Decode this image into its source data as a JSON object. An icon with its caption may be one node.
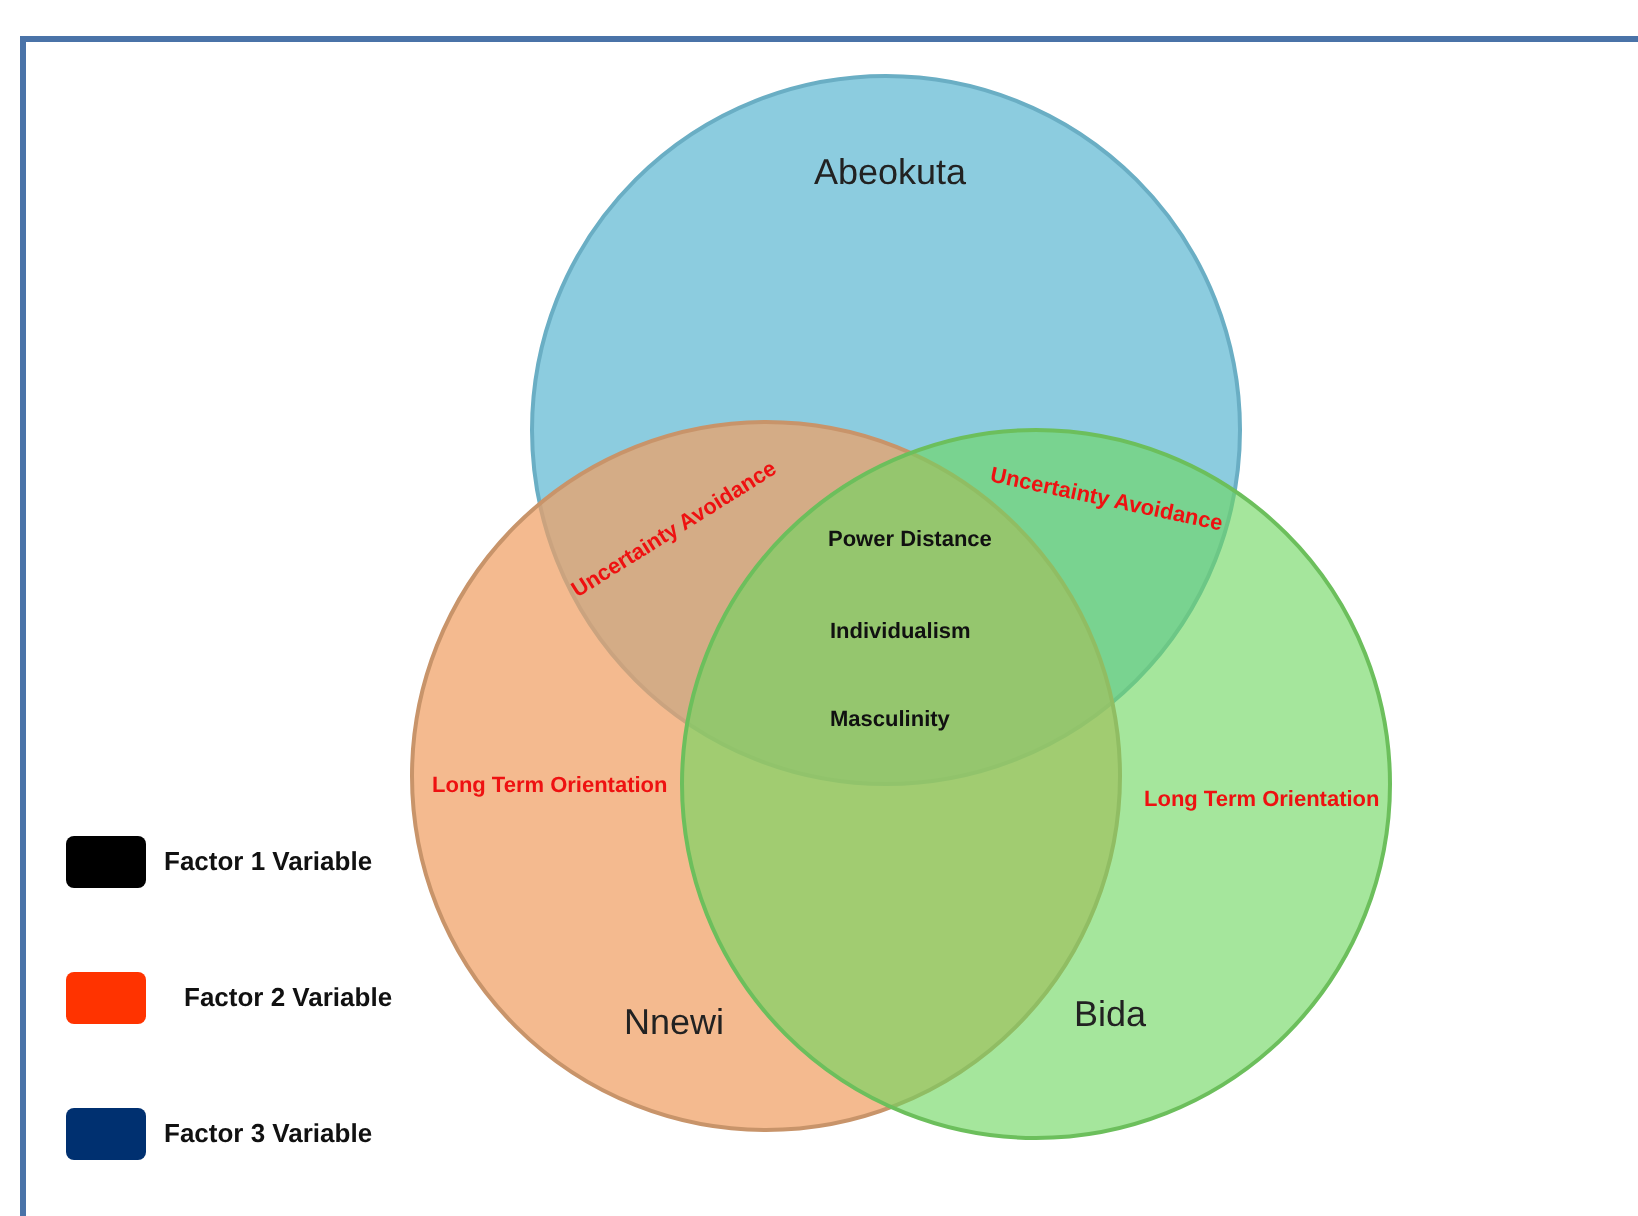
{
  "diagram": {
    "nodes": [
      {
        "text": [
          "Abeokuta"
        ]
      },
      {
        "text": [
          "Nnewi"
        ]
      },
      {
        "text": [
          "Bida"
        ]
      }
    ],
    "labels": [
      "Uncertainty Avoidance",
      "Uncertainty Avoidance",
      "Power Distance",
      "Individualism",
      "Masculinity",
      "Long Term Orientation",
      "Long Term Orientation"
    ],
    "legend": [
      {
        "text": "Factor 1 Variable",
        "color": "#000000"
      },
      {
        "text": "Factor 2 Variable",
        "color": "#ff3300"
      },
      {
        "text": "Factor 3 Variable",
        "color": "#003070"
      }
    ]
  }
}
